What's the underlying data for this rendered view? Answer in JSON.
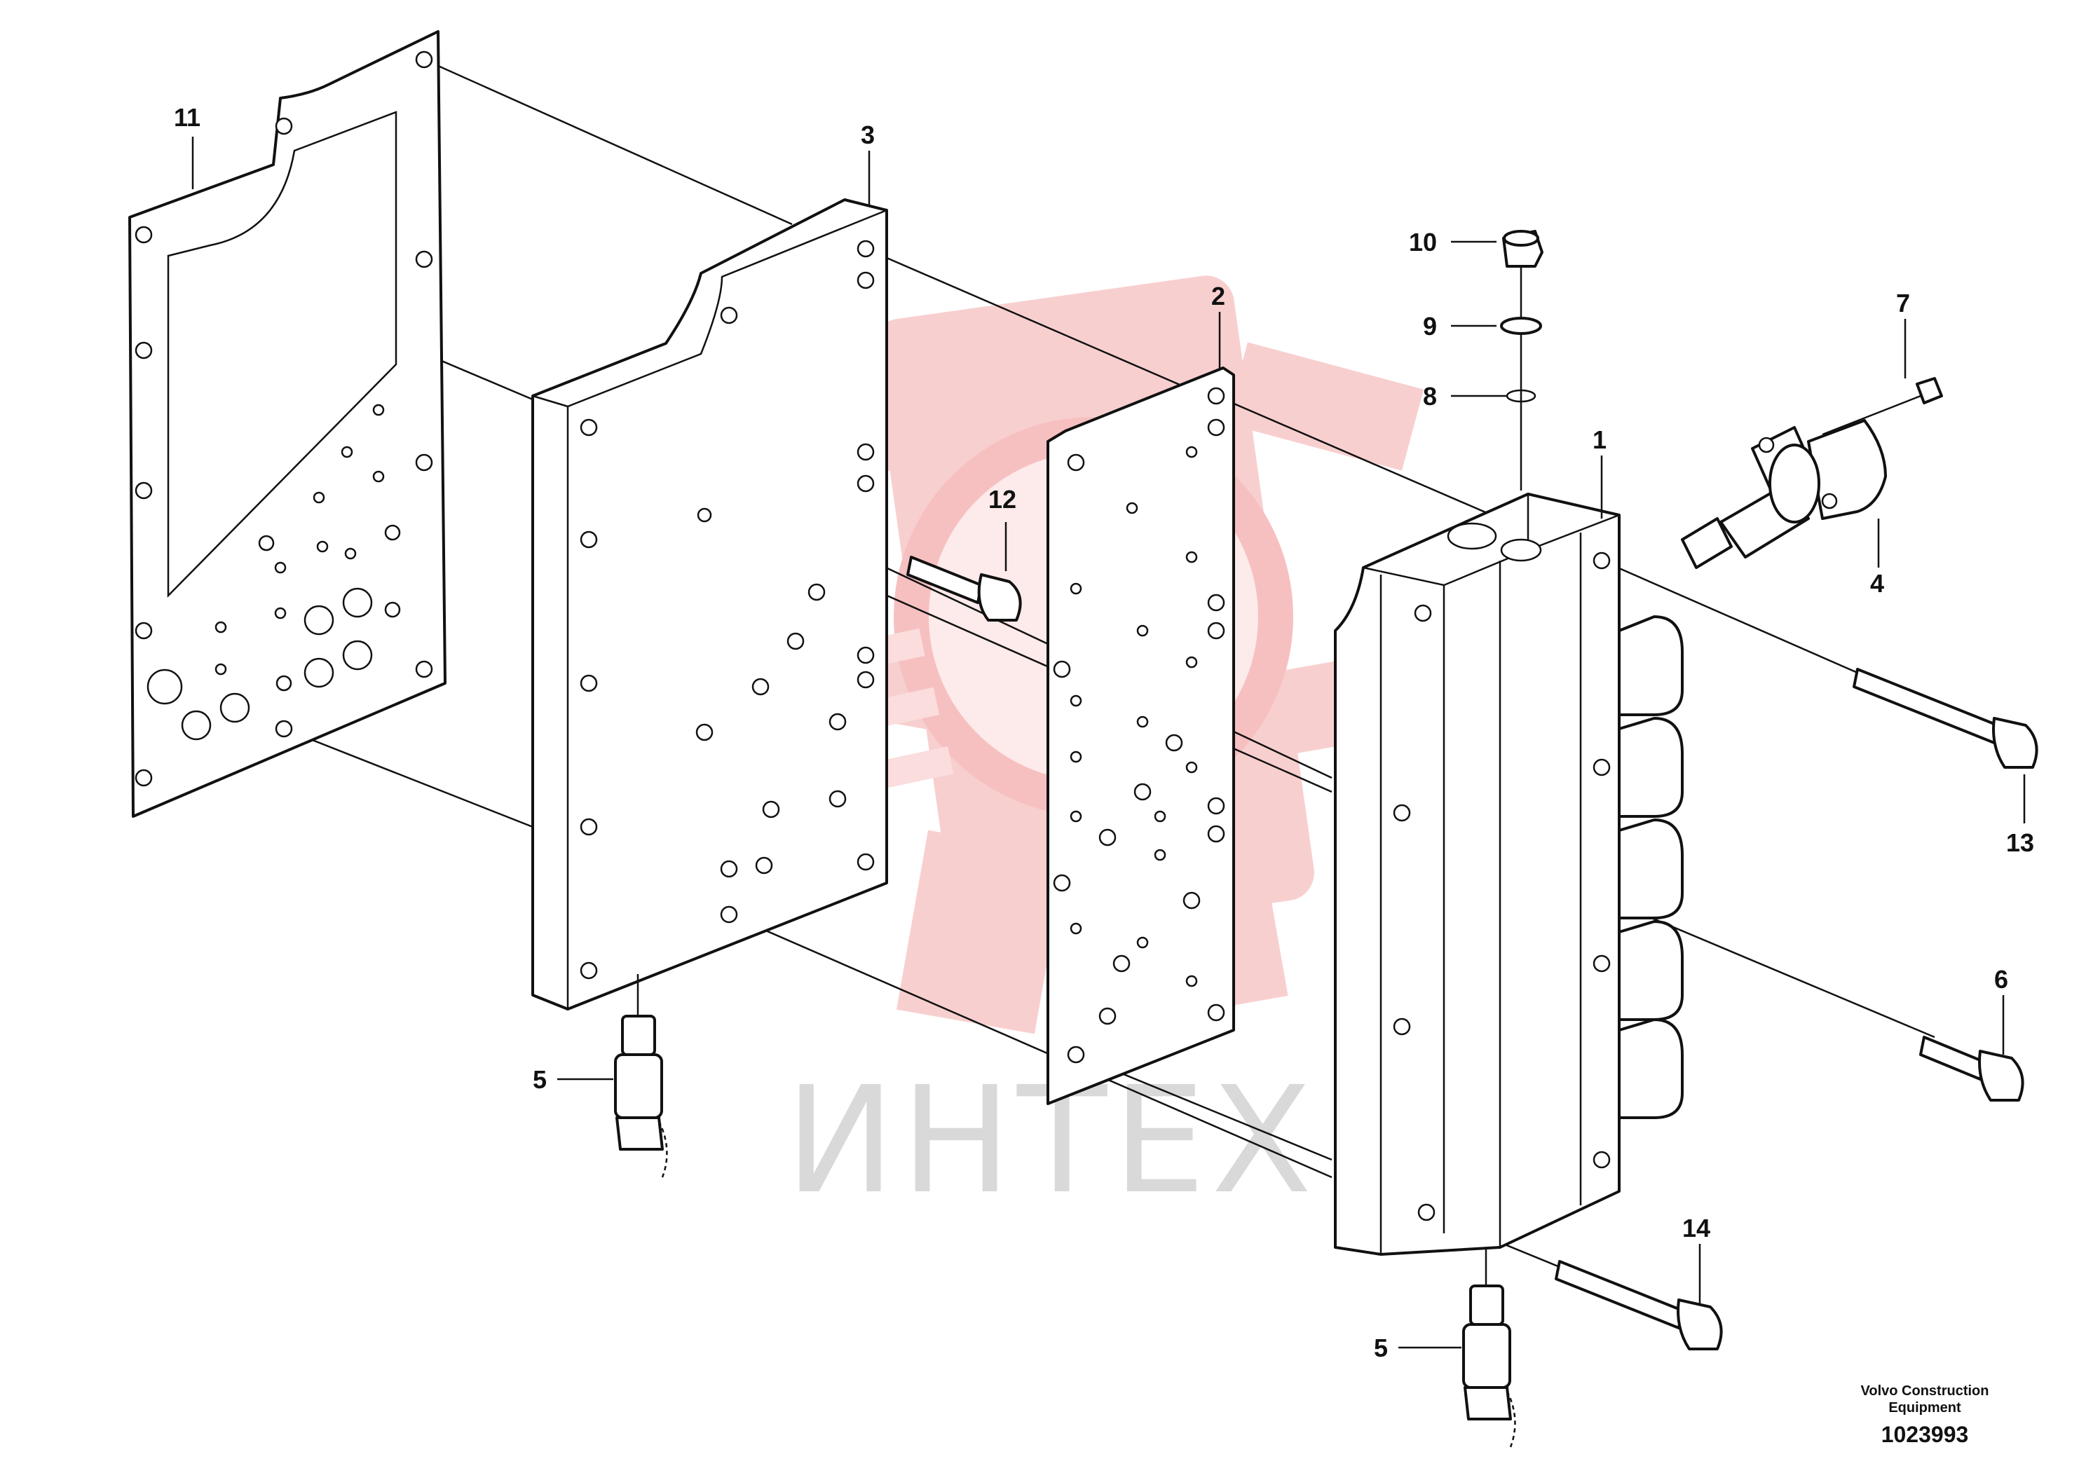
{
  "watermark": {
    "text": "ИНТЕХ",
    "color": "#f7c5c5"
  },
  "callouts": [
    {
      "id": "11",
      "label": "11"
    },
    {
      "id": "3",
      "label": "3"
    },
    {
      "id": "2",
      "label": "2"
    },
    {
      "id": "12",
      "label": "12"
    },
    {
      "id": "10",
      "label": "10"
    },
    {
      "id": "9",
      "label": "9"
    },
    {
      "id": "8",
      "label": "8"
    },
    {
      "id": "7",
      "label": "7"
    },
    {
      "id": "1",
      "label": "1"
    },
    {
      "id": "4",
      "label": "4"
    },
    {
      "id": "13",
      "label": "13"
    },
    {
      "id": "6",
      "label": "6"
    },
    {
      "id": "5a",
      "label": "5"
    },
    {
      "id": "5b",
      "label": "5"
    },
    {
      "id": "14",
      "label": "14"
    }
  ],
  "footer": {
    "manufacturer_line1": "Volvo Construction",
    "manufacturer_line2": "Equipment",
    "document_number": "1023993"
  }
}
